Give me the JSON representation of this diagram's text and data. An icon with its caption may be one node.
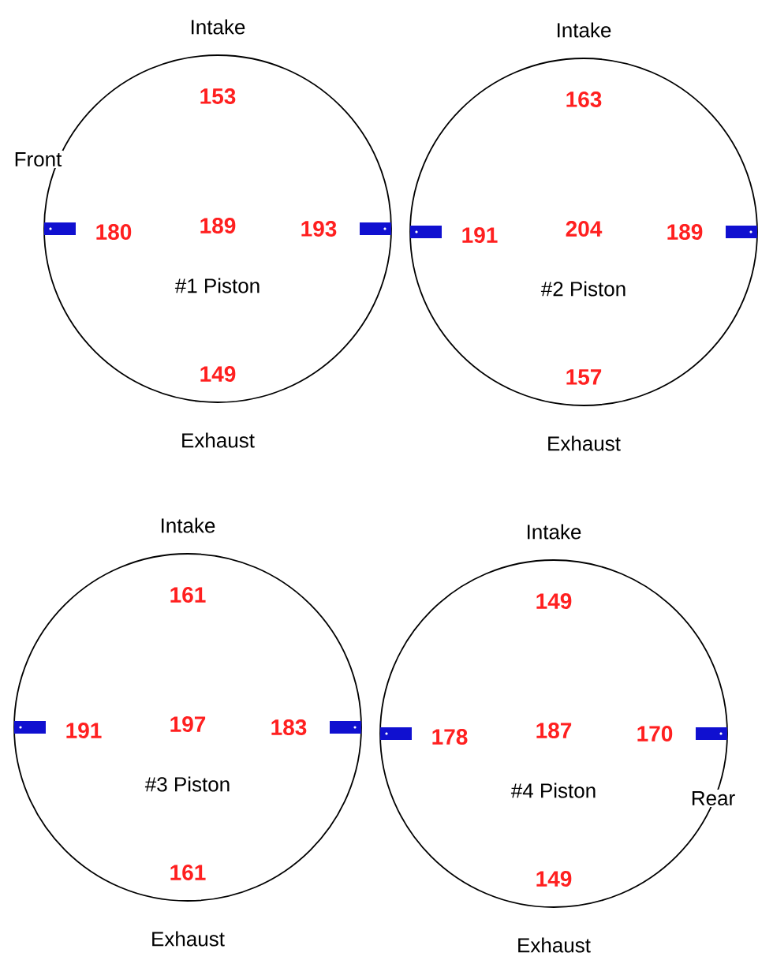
{
  "diagram": {
    "nodes": [
      {
        "text": [
          "153",
          "180",
          "189",
          "193",
          "#1 Piston",
          "149"
        ],
        "beside": [
          "Intake",
          "Exhaust"
        ]
      },
      {
        "text": [
          "163",
          "191",
          "204",
          "189",
          "#2 Piston",
          "157"
        ],
        "beside": [
          "Intake",
          "Exhaust"
        ]
      },
      {
        "text": [
          "161",
          "191",
          "197",
          "183",
          "#3 Piston",
          "161"
        ],
        "beside": [
          "Intake",
          "Exhaust"
        ]
      },
      {
        "text": [
          "149",
          "178",
          "187",
          "170",
          "#4 Piston",
          "149"
        ],
        "beside": [
          "Intake",
          "Exhaust"
        ]
      }
    ],
    "labels": [
      "Front",
      "Rear"
    ]
  }
}
